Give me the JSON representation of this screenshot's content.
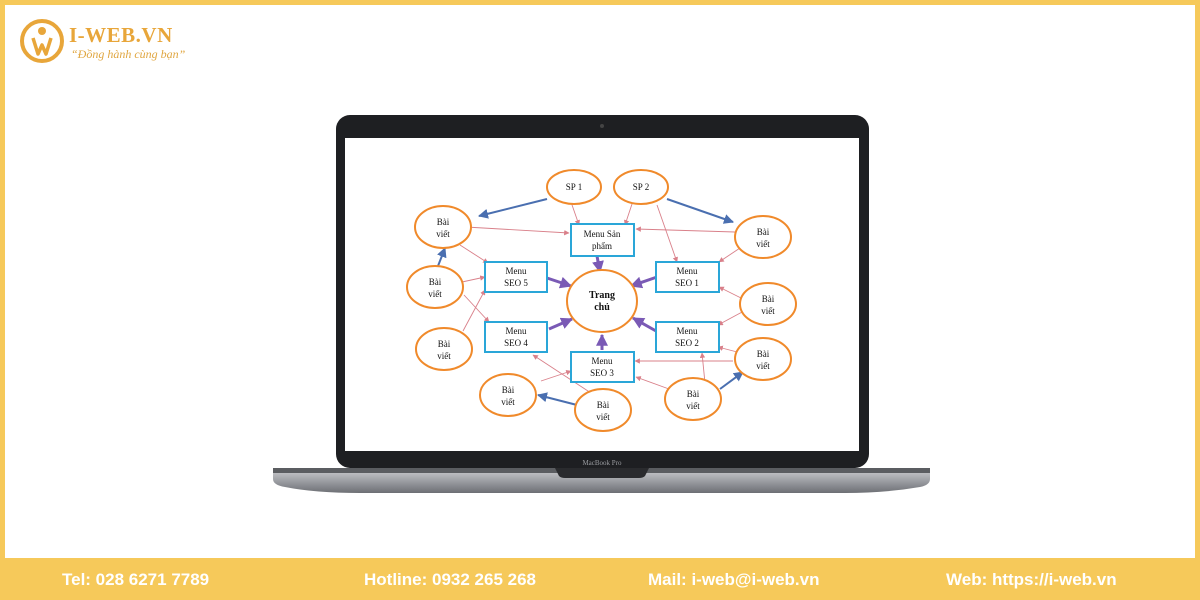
{
  "header": {
    "brand": "I-WEB.VN",
    "slogan": "“Đồng hành cùng bạn”"
  },
  "laptop": {
    "model_label": "MacBook Pro"
  },
  "diagram": {
    "center": "Trang chủ",
    "products": [
      "SP 1",
      "SP 2"
    ],
    "menus": {
      "san_pham": "Menu Sản phẩm",
      "seo1": "Menu SEO 1",
      "seo2": "Menu SEO 2",
      "seo3": "Menu SEO 3",
      "seo4": "Menu SEO 4",
      "seo5": "Menu SEO 5"
    },
    "article_label": "Bài viết"
  },
  "footer": {
    "tel": "Tel: 028 6271 7789",
    "hotline": "Hotline: 0932 265 268",
    "mail": "Mail: i-web@i-web.vn",
    "web": "Web: https://i-web.vn"
  },
  "colors": {
    "accent": "#f6c95a",
    "node_orange": "#f08a2b",
    "box_blue": "#2aa6d8",
    "arrow_purple": "#7a5ab5",
    "arrow_blue": "#4a6fb0",
    "arrow_pink": "#d9808a"
  }
}
